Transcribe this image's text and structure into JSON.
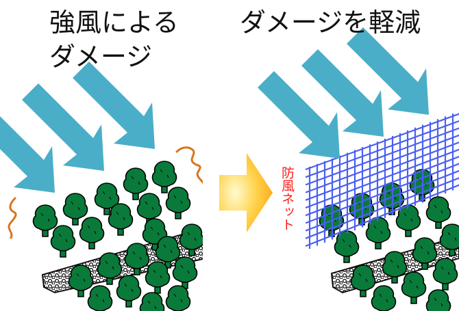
{
  "left_panel": {
    "caption_line1": "強風による",
    "caption_line2": "ダメージ"
  },
  "right_panel": {
    "caption": "ダメージを軽減",
    "net_label": "防風ネット"
  },
  "colors": {
    "wind_arrow": "#4aaec8",
    "tree": "#0a7a3a",
    "net": "#4a5ff0",
    "stress_squiggle": "#d8751a",
    "net_label": "#ff1a1a",
    "transition_arrow": "#ffb020"
  },
  "icons": [
    "wind-arrow-icon",
    "tree-icon",
    "stress-squiggle-icon",
    "windbreak-net-icon",
    "transition-arrow-icon",
    "hedge-row-icon"
  ]
}
